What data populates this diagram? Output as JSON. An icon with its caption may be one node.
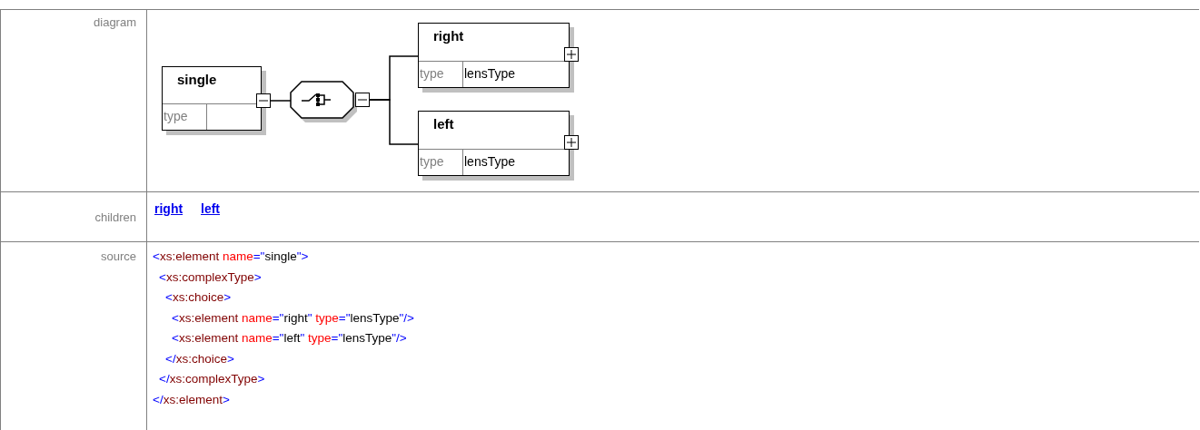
{
  "diagram": {
    "nodes": [
      {
        "text": [
          "single",
          "type"
        ]
      },
      {
        "text": [],
        "shape": "octagon"
      },
      {
        "text": [
          "right",
          "type",
          "lensType"
        ]
      },
      {
        "text": [
          "left",
          "type",
          "lensType"
        ]
      }
    ],
    "edges": [
      {
        "from": 0,
        "to": 1,
        "arrow": "none"
      },
      {
        "from": 1,
        "to": 2,
        "arrow": "none"
      },
      {
        "from": 1,
        "to": 3,
        "arrow": "none"
      }
    ],
    "labels": [
      "diagram",
      "children",
      "right",
      "left",
      "source",
      "<xs:element name=\"single\">",
      "<xs:complexType>",
      "<xs:choice>",
      "<xs:element name=\"right\" type=\"lensType\"/>",
      "<xs:element name=\"left\" type=\"lensType\"/>",
      "</xs:choice>",
      "</xs:complexType>",
      "</xs:element>"
    ]
  }
}
